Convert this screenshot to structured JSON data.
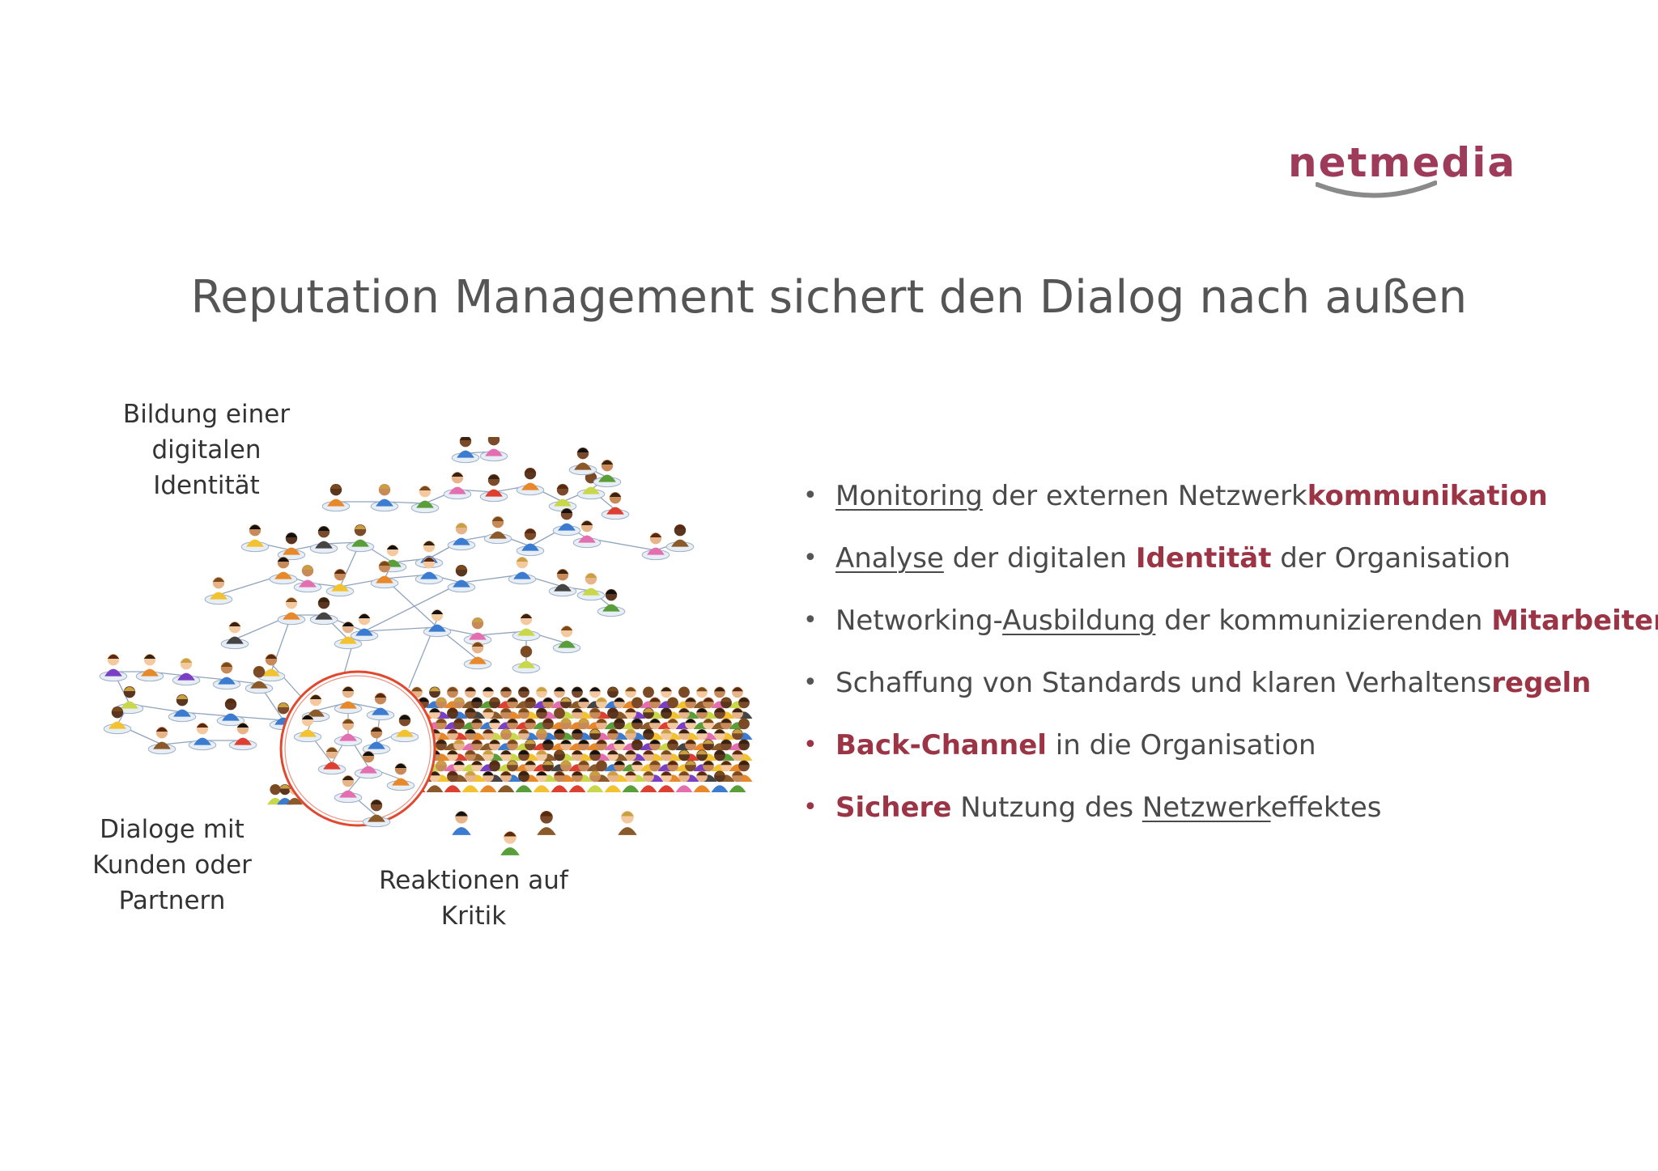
{
  "logo": {
    "text": "netmedia",
    "brand_color": "#9e3b5b",
    "swoosh_color": "#8a8a8a"
  },
  "title": "Reputation Management sichert den Dialog nach außen",
  "labels": {
    "identity": [
      "Bildung einer",
      "digitalen",
      "Identität"
    ],
    "dialogs": [
      "Dialoge mit",
      "Kunden oder",
      "Partnern"
    ],
    "critique": "Reaktionen auf Kritik"
  },
  "illustration": {
    "icon": "people-network-icon",
    "highlight_circle_color": "#e0492f"
  },
  "accent_color": "#9b3445",
  "bullets": [
    {
      "dot": "•",
      "dot_style": "gray",
      "segments": [
        {
          "text": "Monitoring",
          "style": "underline"
        },
        {
          "text": " der externen Netzwerk",
          "style": "plain"
        },
        {
          "text": "kommunikation",
          "style": "emphasis"
        }
      ]
    },
    {
      "dot": "•",
      "dot_style": "gray",
      "segments": [
        {
          "text": "Analyse",
          "style": "underline"
        },
        {
          "text": " der digitalen ",
          "style": "plain"
        },
        {
          "text": "Identität",
          "style": "emphasis"
        },
        {
          "text": " der Organisation",
          "style": "plain"
        }
      ]
    },
    {
      "dot": "•",
      "dot_style": "gray",
      "segments": [
        {
          "text": "Networking-",
          "style": "plain"
        },
        {
          "text": "Ausbildung",
          "style": "underline"
        },
        {
          "text": " der kommunizierenden ",
          "style": "plain"
        },
        {
          "text": "Mitarbeiter",
          "style": "emphasis"
        }
      ]
    },
    {
      "dot": "•",
      "dot_style": "gray",
      "segments": [
        {
          "text": "Schaffung von Standards und klaren Verhaltens",
          "style": "plain"
        },
        {
          "text": "regeln",
          "style": "emphasis"
        }
      ]
    },
    {
      "dot": "•",
      "dot_style": "red",
      "segments": [
        {
          "text": "Back-Channel",
          "style": "emphasis"
        },
        {
          "text": " in die Organisation",
          "style": "plain"
        }
      ]
    },
    {
      "dot": "•",
      "dot_style": "red",
      "segments": [
        {
          "text": "Sichere",
          "style": "emphasis"
        },
        {
          "text": " Nutzung des ",
          "style": "plain"
        },
        {
          "text": "Netzwerk",
          "style": "underline"
        },
        {
          "text": "effektes",
          "style": "plain"
        }
      ]
    }
  ]
}
